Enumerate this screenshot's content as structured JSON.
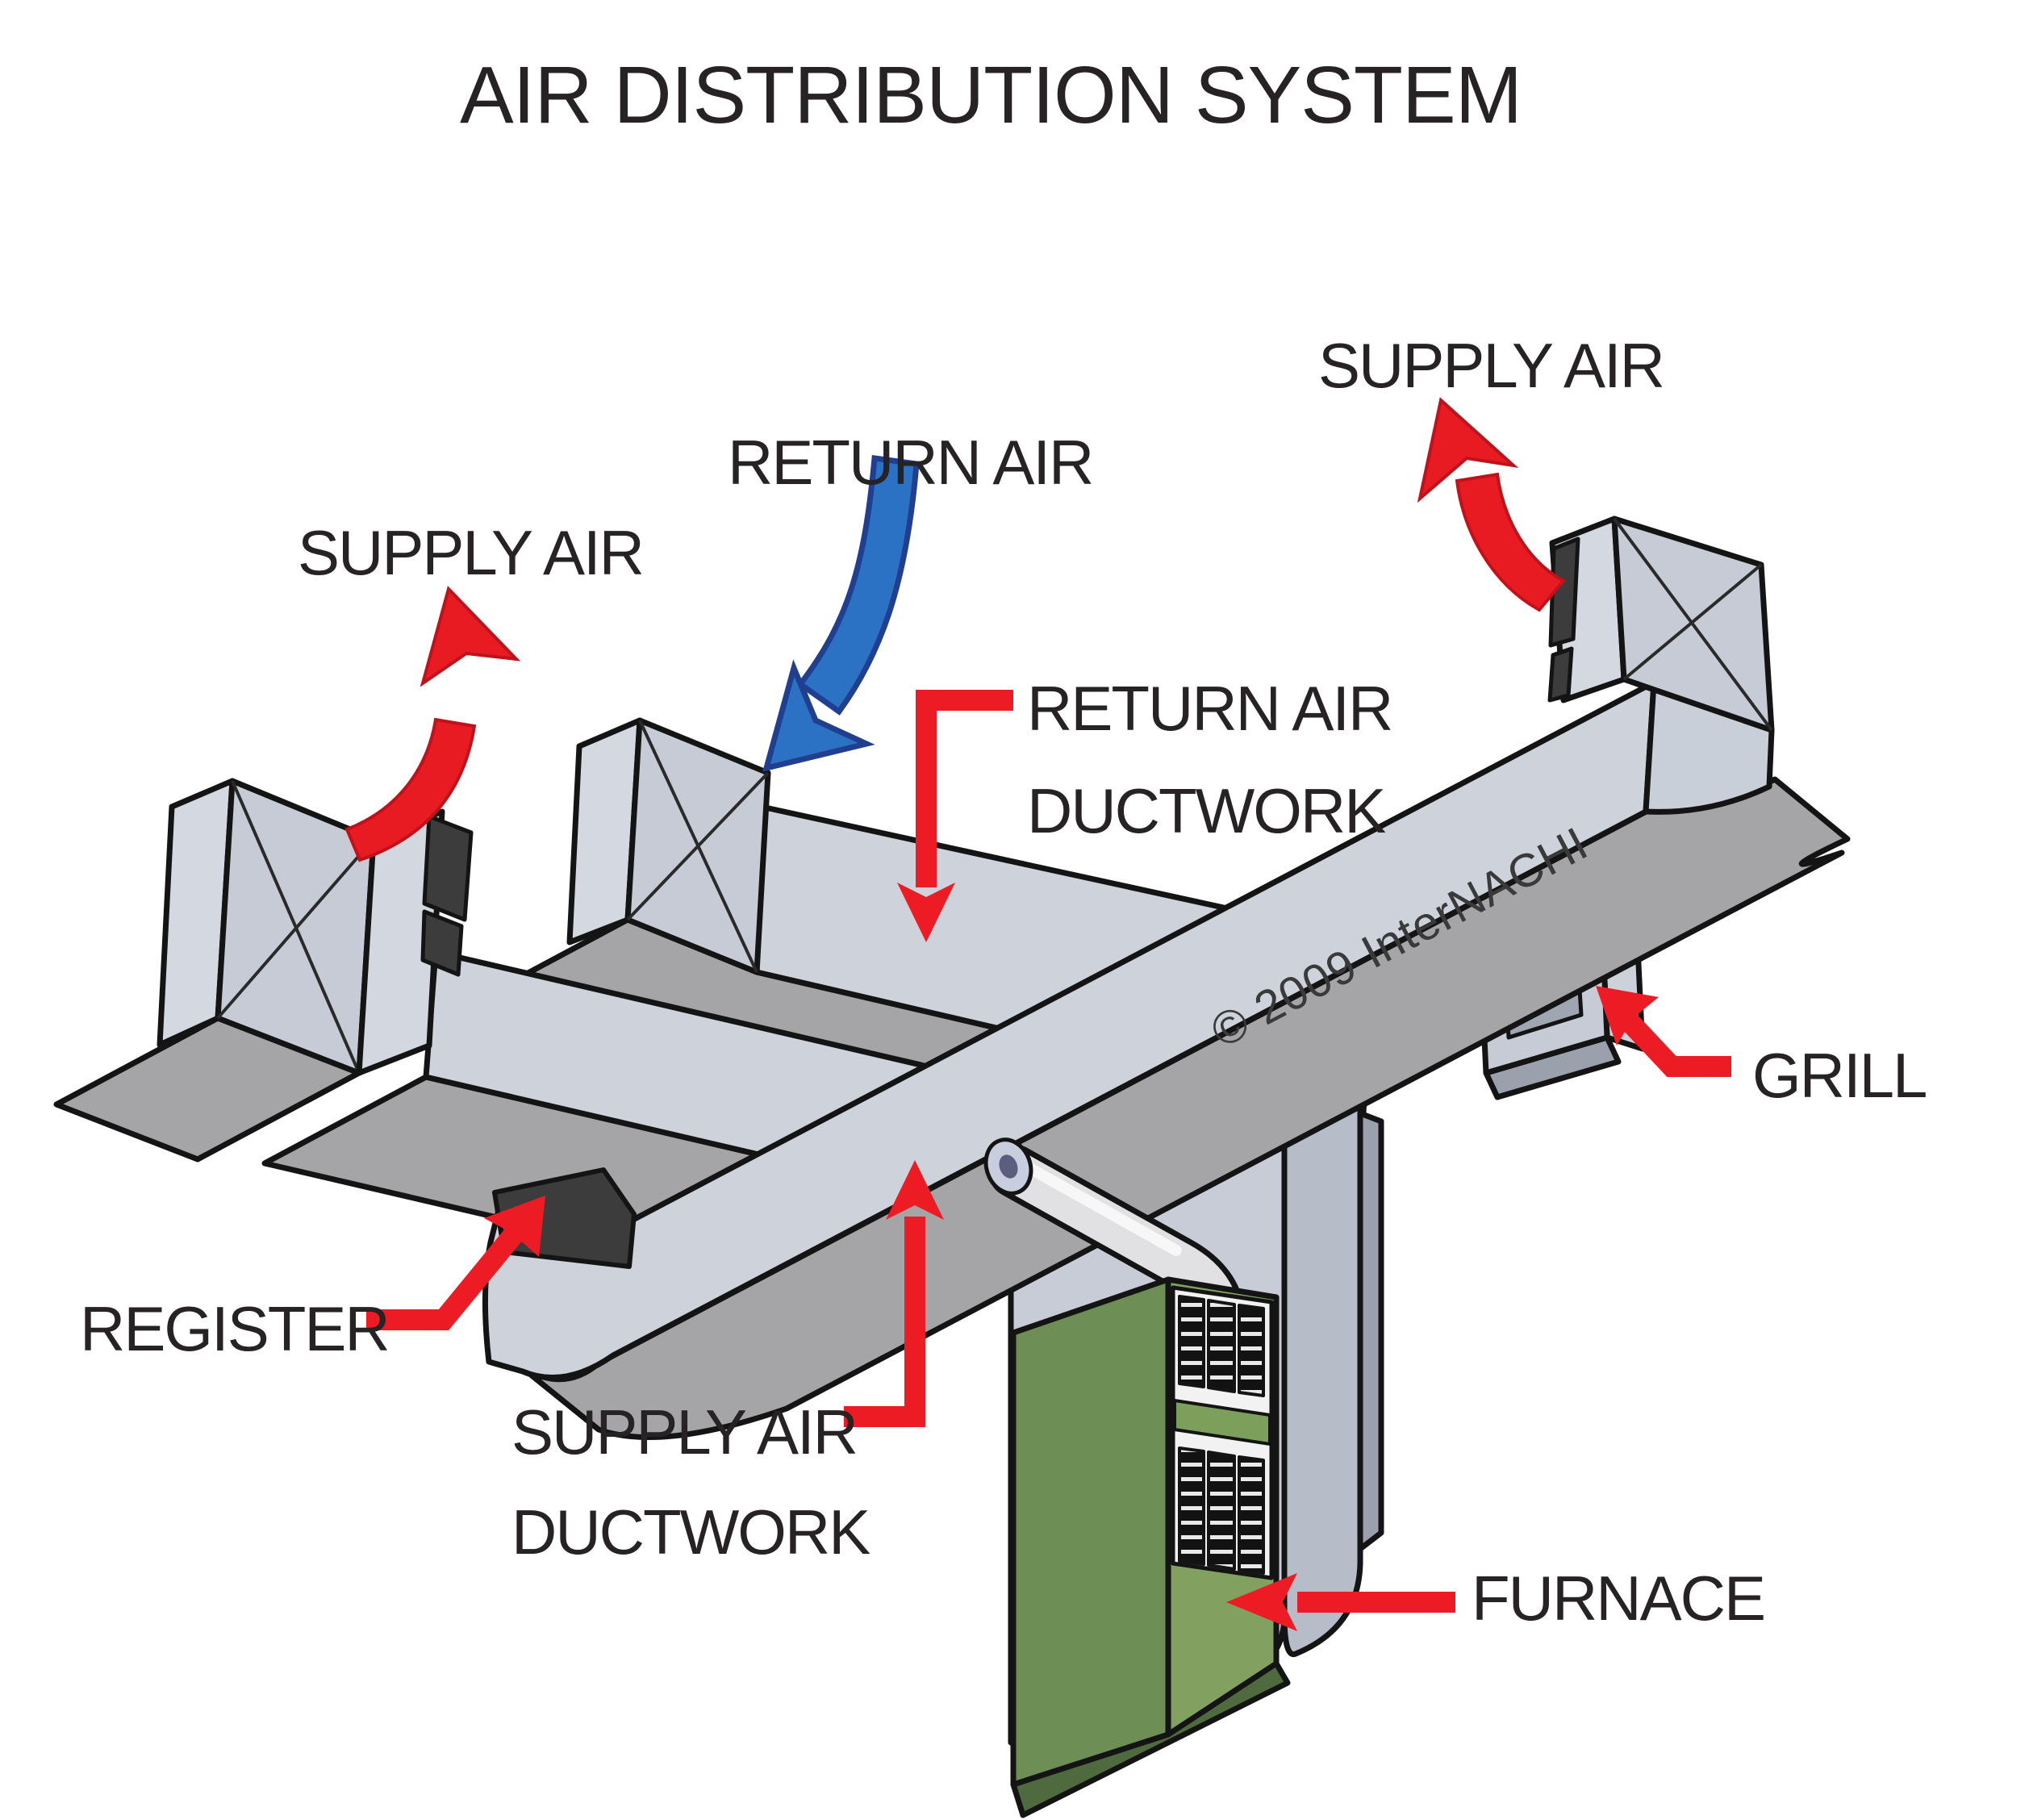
{
  "title": "AIR DISTRIBUTION SYSTEM",
  "labels": {
    "supply_air_left": "SUPPLY AIR",
    "return_air": "RETURN AIR",
    "supply_air_right": "SUPPLY AIR",
    "return_air_ductwork_line1": "RETURN AIR",
    "return_air_ductwork_line2": "DUCTWORK",
    "grill": "GRILL",
    "register": "REGISTER",
    "supply_air_ductwork_line1": "SUPPLY AIR",
    "supply_air_ductwork_line2": "DUCTWORK",
    "furnace": "FURNACE"
  },
  "copyright": "© 2009 InterNACHI",
  "colors": {
    "arrow_red": "#e81b23",
    "arrow_blue": "#2b72c5",
    "arrow_blue_outline": "#20408f",
    "leader_red": "#ed1b24",
    "duct_light": "#cdd2db",
    "duct_face": "#c6cbd5",
    "duct_bottom_gray": "#a5a5a7",
    "register_dark": "#3c3c3c",
    "furnace_green_side": "#6d8f55",
    "furnace_green_front": "#82a161",
    "furnace_green_band": "#7ca05b",
    "text_dark": "#272223",
    "outline": "#141414"
  }
}
